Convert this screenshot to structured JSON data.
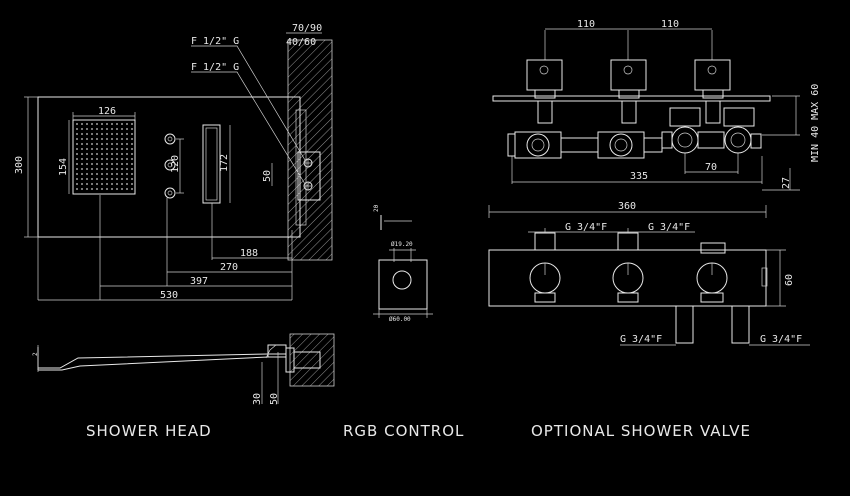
{
  "captions": {
    "shower_head": "SHOWER HEAD",
    "rgb_control": "RGB CONTROL",
    "valve": "OPTIONAL SHOWER VALVE"
  },
  "shower_head": {
    "thread_1": "F 1/2\" G",
    "thread_2": "F 1/2\" G",
    "wall_depth": "70/90",
    "wall_depth_2": "40/60",
    "height": "300",
    "spray_width": "126",
    "spray_height": "154",
    "button_spacing": "120",
    "waterfall_height": "172",
    "outlet_spacing": "50",
    "dim_188": "188",
    "dim_270": "270",
    "dim_397": "397",
    "dim_530": "530",
    "side_thickness": "2",
    "side_dim_30": "30",
    "side_dim_50": "50"
  },
  "rgb_control": {
    "height": "20",
    "hole": "Ø19.20",
    "plate": "Ø60.00"
  },
  "valve": {
    "spacing_1": "110",
    "spacing_2": "110",
    "depth_range": "MIN 40 MAX 60",
    "width_335": "335",
    "spacing_70": "70",
    "dim_27": "27",
    "width_360": "360",
    "thread_top_1": "G 3/4\"F",
    "thread_top_2": "G 3/4\"F",
    "height_60": "60",
    "thread_bottom_1": "G 3/4\"F",
    "thread_bottom_2": "G 3/4\"F"
  }
}
